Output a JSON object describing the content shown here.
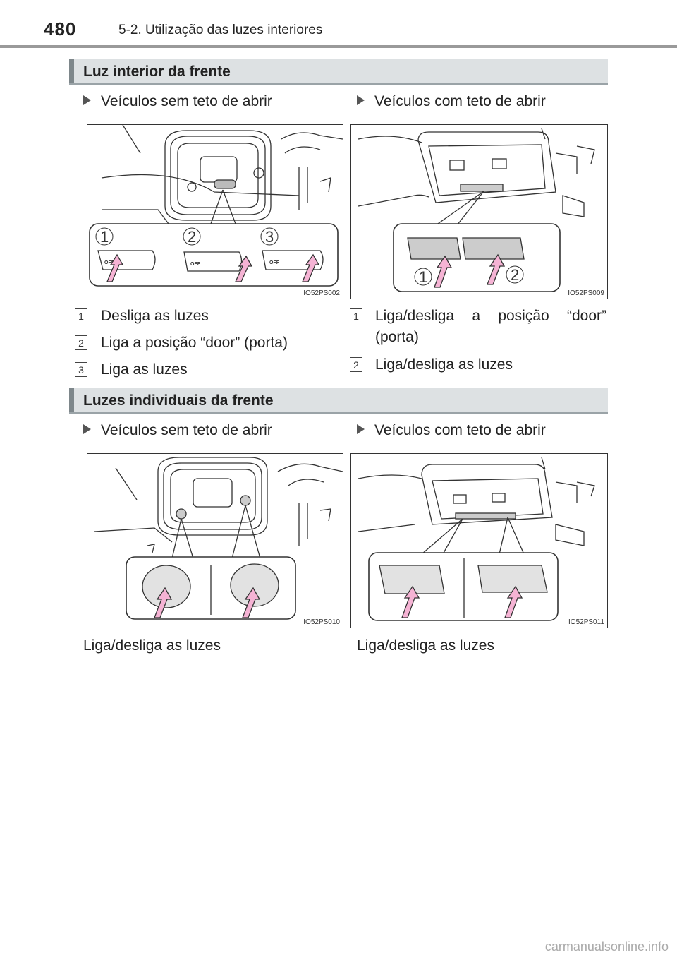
{
  "header": {
    "page_number": "480",
    "running_title": "5-2. Utilização das luzes interiores"
  },
  "section1": {
    "title": "Luz interior da frente",
    "left": {
      "subtitle": "Veículos sem teto de abrir",
      "figure_code": "IO52PS002",
      "items": [
        {
          "num": "1",
          "text": "Desliga as luzes"
        },
        {
          "num": "2",
          "text": "Liga a posição “door” (porta)"
        },
        {
          "num": "3",
          "text": "Liga as luzes"
        }
      ]
    },
    "right": {
      "subtitle": "Veículos com teto de abrir",
      "figure_code": "IO52PS009",
      "items": [
        {
          "num": "1",
          "text": "Liga/desliga a posição “door” (porta)"
        },
        {
          "num": "2",
          "text": "Liga/desliga as luzes"
        }
      ]
    }
  },
  "section2": {
    "title": "Luzes individuais da frente",
    "left": {
      "subtitle": "Veículos sem teto de abrir",
      "figure_code": "IO52PS010",
      "caption": "Liga/desliga as luzes"
    },
    "right": {
      "subtitle": "Veículos com teto de abrir",
      "figure_code": "IO52PS011",
      "caption": "Liga/desliga as luzes"
    }
  },
  "figure_labels": {
    "off": "OFF",
    "callout_1": "1",
    "callout_2": "2",
    "callout_3": "3"
  },
  "watermark": "carmanualsonline.info",
  "colors": {
    "arrow_fill": "#f5b3d4",
    "section_bar": "#dde1e3",
    "section_accent": "#7e878b",
    "header_rule": "#9a9a9a"
  },
  "icons": {
    "bullet": "triangle-right-icon",
    "arrow": "pink-push-arrow-icon"
  }
}
